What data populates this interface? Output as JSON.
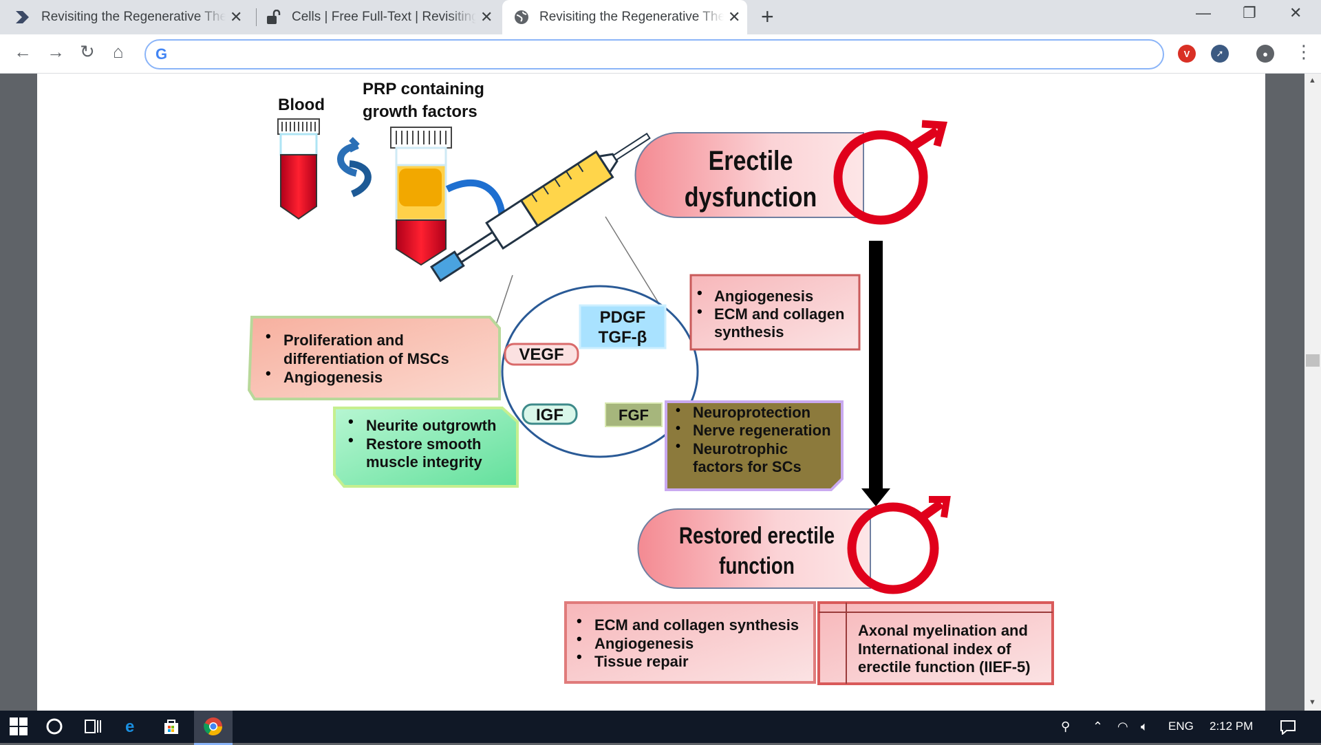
{
  "tabs": [
    {
      "title": "Revisiting the Regenerative Thera",
      "icon": "bookmark-arrow-icon"
    },
    {
      "title": "Cells | Free Full-Text | Revisiting th",
      "icon": "unlocked-lock-icon"
    },
    {
      "title": "Revisiting the Regenerative Thera",
      "icon": "globe-icon",
      "active": true
    }
  ],
  "toolbar": {
    "address_value": "",
    "google_letter": "G"
  },
  "figure": {
    "blood": "Blood",
    "prp_line1": "PRP containing",
    "prp_line2": "growth factors",
    "ed_line1": "Erectile",
    "ed_line2": "dysfunction",
    "restored_line1": "Restored erectile",
    "restored_line2": "function",
    "factors": {
      "pdgf": "PDGF",
      "tgfb": "TGF-β",
      "vegf": "VEGF",
      "igf": "IGF",
      "fgf": "FGF"
    },
    "box_pdgf": [
      "Angiogenesis",
      "ECM and collagen",
      "synthesis"
    ],
    "box_vegf": [
      "Proliferation and",
      "differentiation of MSCs",
      "Angiogenesis"
    ],
    "box_igf": [
      "Neurite outgrowth",
      "Restore smooth",
      "muscle integrity"
    ],
    "box_fgf": [
      "Neuroprotection",
      "Nerve regeneration",
      "Neurotrophic",
      "factors for SCs"
    ],
    "box_ecm": [
      "ECM and collagen synthesis",
      "Angiogenesis",
      "Tissue repair"
    ],
    "box_axonal": [
      "Axonal myelination and",
      "International index of",
      "erectile function (IIEF-5)"
    ],
    "bullet": "•"
  },
  "taskbar": {
    "lang": "ENG",
    "time": "2:12 PM"
  },
  "colors": {
    "accent": "#1a73e8",
    "pink": "#f4a9a9",
    "red": "#e0001b",
    "green": "#9df0c0",
    "olive": "#8c7a3c"
  }
}
